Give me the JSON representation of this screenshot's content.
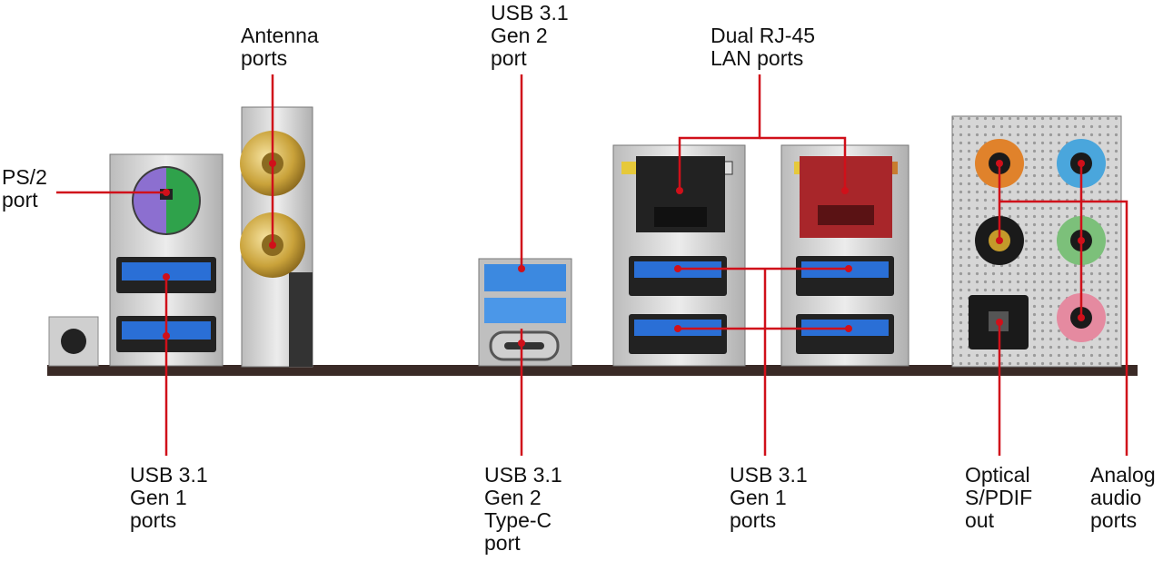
{
  "labels": {
    "ps2": [
      "PS/2",
      "port"
    ],
    "antenna": [
      "Antenna",
      "ports"
    ],
    "usb_gen2_top": [
      "USB 3.1",
      "Gen 2",
      "port"
    ],
    "dual_lan": [
      "Dual RJ-45",
      "LAN ports"
    ],
    "usb_gen1_left": [
      "USB 3.1",
      "Gen 1",
      "ports"
    ],
    "usb_typec": [
      "USB 3.1",
      "Gen 2",
      "Type-C",
      "port"
    ],
    "usb_gen1_right": [
      "USB 3.1",
      "Gen 1",
      "ports"
    ],
    "spdif": [
      "Optical",
      "S/PDIF",
      "out"
    ],
    "audio": [
      "Analog",
      "audio",
      "ports"
    ]
  },
  "colors": {
    "callout": "#d0101a",
    "usb_blue": "#2a6fd6",
    "ps2_purple": "#8c6fd0",
    "ps2_green": "#2fa24b",
    "lan_red": "#a8262a",
    "gold": "#c9a23a",
    "jack_orange": "#e0822b",
    "jack_blue": "#4aa6dc",
    "jack_green": "#7cc07a",
    "jack_pink": "#e58aa0",
    "metal": "#d9d9d9",
    "board": "#3a2a26"
  }
}
